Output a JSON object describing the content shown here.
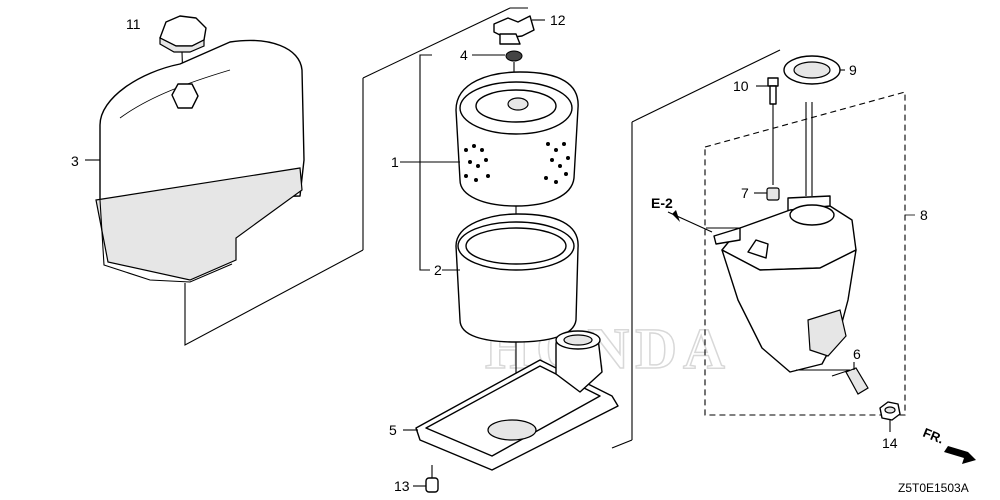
{
  "diagram": {
    "callouts": {
      "p1": "1",
      "p2": "2",
      "p3": "3",
      "p4": "4",
      "p5": "5",
      "p6": "6",
      "p7": "7",
      "p8": "8",
      "p9": "9",
      "p10": "10",
      "p11": "11",
      "p12": "12",
      "p13": "13",
      "p14": "14"
    },
    "reference": "E-2",
    "direction": "FR.",
    "watermark": "HONDA",
    "diagram_code": "Z5T0E1503A"
  }
}
